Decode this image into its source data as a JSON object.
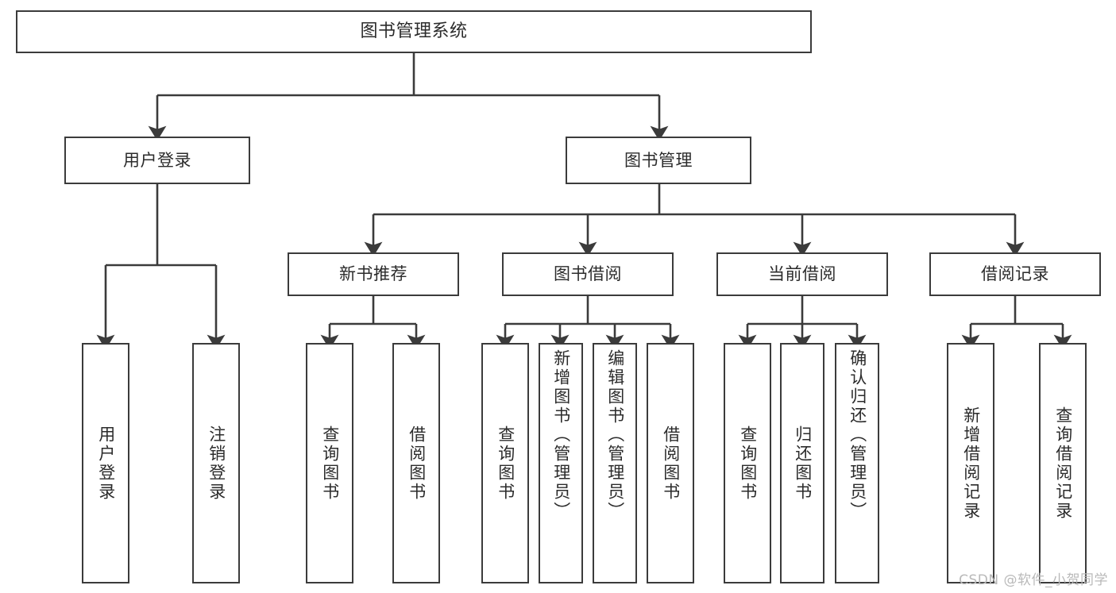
{
  "diagram": {
    "title": "图书管理系统",
    "type": "tree",
    "orientation": "top-down",
    "colors": {
      "box_border": "#3b3b3b",
      "box_fill": "#ffffff",
      "edge": "#3b3b3b",
      "text": "#2b2b2b",
      "watermark": "#b9b9b9",
      "background": "#ffffff"
    },
    "root": {
      "label": "图书管理系统"
    },
    "level2": [
      {
        "label": "用户登录"
      },
      {
        "label": "图书管理"
      }
    ],
    "level3": [
      {
        "label": "新书推荐"
      },
      {
        "label": "图书借阅"
      },
      {
        "label": "当前借阅"
      },
      {
        "label": "借阅记录"
      }
    ],
    "leaves": {
      "user_login": [
        {
          "label": "用户登录"
        },
        {
          "label": "注销登录"
        }
      ],
      "new_book_recommend": [
        {
          "label": "查询图书"
        },
        {
          "label": "借阅图书"
        }
      ],
      "book_borrow": [
        {
          "label": "查询图书"
        },
        {
          "label": "新增图书（管理员）"
        },
        {
          "label": "编辑图书（管理员）"
        },
        {
          "label": "借阅图书"
        }
      ],
      "current_borrow": [
        {
          "label": "查询图书"
        },
        {
          "label": "归还图书"
        },
        {
          "label": "确认归还（管理员）"
        }
      ],
      "borrow_record": [
        {
          "label": "新增借阅记录"
        },
        {
          "label": "查询借阅记录"
        }
      ]
    }
  },
  "watermark": {
    "text": "CSDN @软件_小贺同学"
  }
}
